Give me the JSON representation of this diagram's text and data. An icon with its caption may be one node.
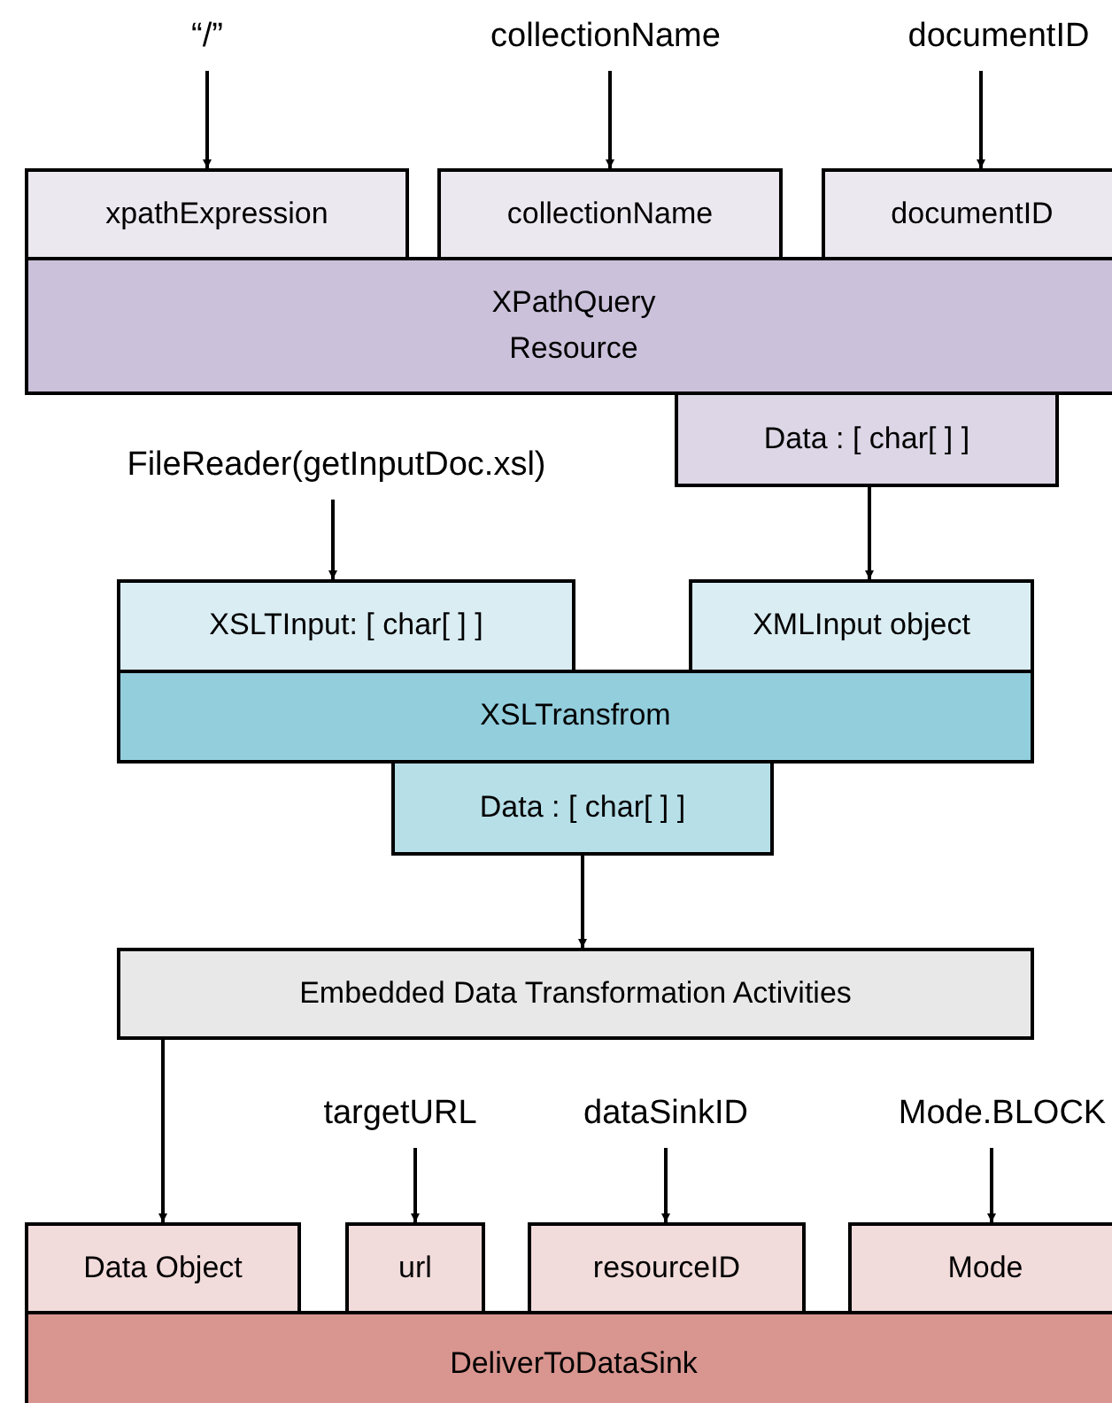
{
  "diagram": {
    "nodes": [
      {
        "text": [
          "“/”"
        ]
      },
      {
        "text": [
          "collectionName"
        ]
      },
      {
        "text": [
          "documentID"
        ]
      },
      {
        "text": [
          "xpathExpression"
        ]
      },
      {
        "text": [
          "collectionName"
        ]
      },
      {
        "text": [
          "documentID"
        ]
      },
      {
        "text": [
          "XPathQuery",
          "Resource"
        ]
      },
      {
        "text": [
          "Data : [ char[ ] ]"
        ]
      },
      {
        "text": [
          "FileReader(getInputDoc.xsl)"
        ]
      },
      {
        "text": [
          "XSLTInput: [ char[ ] ]"
        ]
      },
      {
        "text": [
          "XMLInput object"
        ]
      },
      {
        "text": [
          "XSLTransfrom"
        ]
      },
      {
        "text": [
          "Data : [ char[ ] ]"
        ]
      },
      {
        "text": [
          "Embedded Data Transformation Activities"
        ]
      },
      {
        "text": [
          "targetURL"
        ]
      },
      {
        "text": [
          "dataSinkID"
        ]
      },
      {
        "text": [
          "Mode.BLOCK"
        ]
      },
      {
        "text": [
          "Data Object"
        ]
      },
      {
        "text": [
          "url"
        ]
      },
      {
        "text": [
          "resourceID"
        ]
      },
      {
        "text": [
          "Mode"
        ]
      },
      {
        "text": [
          "DeliverToDataSink"
        ]
      }
    ],
    "edges": [
      {
        "from": 0,
        "to": 3,
        "arrow": "to"
      },
      {
        "from": 1,
        "to": 4,
        "arrow": "to"
      },
      {
        "from": 2,
        "to": 5,
        "arrow": "to"
      },
      {
        "from": 8,
        "to": 9,
        "arrow": "to"
      },
      {
        "from": 7,
        "to": 10,
        "arrow": "to"
      },
      {
        "from": 12,
        "to": 13,
        "arrow": "to"
      },
      {
        "from": 13,
        "to": 17,
        "arrow": "to"
      },
      {
        "from": 14,
        "to": 18,
        "arrow": "to"
      },
      {
        "from": 15,
        "to": 19,
        "arrow": "to"
      },
      {
        "from": 16,
        "to": 20,
        "arrow": "to"
      }
    ]
  }
}
